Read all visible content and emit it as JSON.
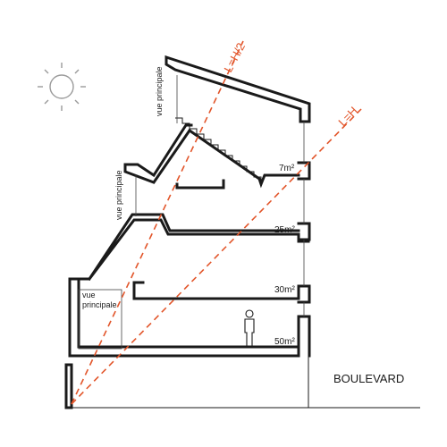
{
  "labels": {
    "view_upper": "vue principale",
    "view_middle": "vue principale",
    "view_lower_1": "vue",
    "view_lower_2": "principale",
    "ray_half": "L=H/2",
    "ray_full": "L=H",
    "street": "BOULEVARD"
  },
  "areas": [
    "7m²",
    "25m²",
    "30m²",
    "50m²"
  ],
  "colors": {
    "ray": "#e2552a",
    "line": "#1a1a1a",
    "sun": "#9a9a9a"
  },
  "icons": [
    "sun-icon",
    "person-figure"
  ]
}
